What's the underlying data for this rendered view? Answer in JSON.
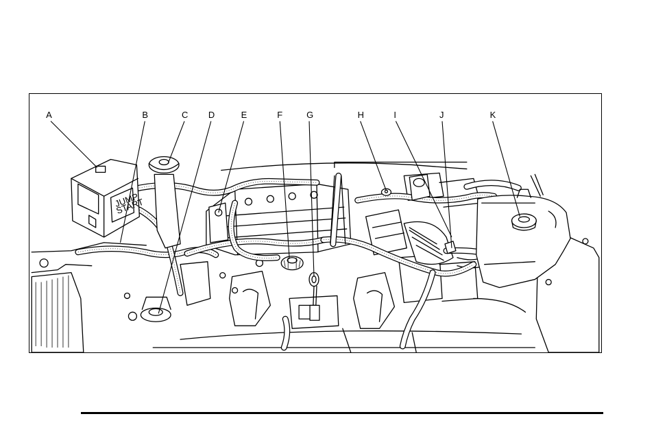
{
  "figure": {
    "callouts": [
      {
        "id": "a",
        "label": "A"
      },
      {
        "id": "b",
        "label": "B"
      },
      {
        "id": "c",
        "label": "C"
      },
      {
        "id": "d",
        "label": "D"
      },
      {
        "id": "e",
        "label": "E"
      },
      {
        "id": "f",
        "label": "F"
      },
      {
        "id": "g",
        "label": "G"
      },
      {
        "id": "h",
        "label": "H"
      },
      {
        "id": "i",
        "label": "I"
      },
      {
        "id": "j",
        "label": "J"
      },
      {
        "id": "k",
        "label": "K"
      }
    ],
    "fuse_box_text": {
      "line1": "JUMP",
      "line2": "START"
    }
  },
  "colors": {
    "ink": "#000000",
    "paper": "#ffffff"
  }
}
